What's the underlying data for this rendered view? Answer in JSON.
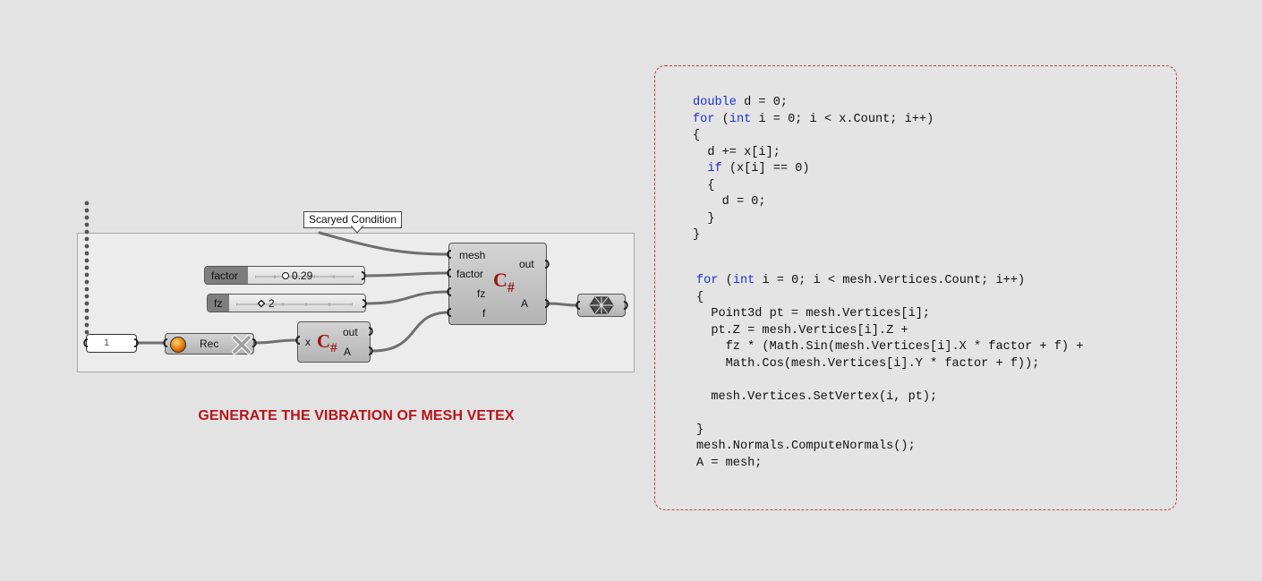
{
  "tooltip": {
    "text": "Scaryed Condition"
  },
  "sliders": [
    {
      "label": "factor",
      "value": "0.29"
    },
    {
      "label": "fz",
      "value": "2"
    }
  ],
  "panel_input": {
    "value": "1"
  },
  "record": {
    "label": "Rec"
  },
  "cs_small": {
    "input": "x",
    "outputs": [
      "out",
      "A"
    ]
  },
  "cs_main": {
    "inputs": [
      "mesh",
      "factor",
      "fz",
      "f"
    ],
    "outputs": [
      "out",
      "A"
    ]
  },
  "caption": "GENERATE THE VIBRATION OF MESH VETEX",
  "code": {
    "block1": [
      [
        {
          "t": "double",
          "k": 1
        },
        {
          "t": " d = 0;"
        }
      ],
      [
        {
          "t": "for",
          "k": 1
        },
        {
          "t": " ("
        },
        {
          "t": "int",
          "k": 1
        },
        {
          "t": " i = 0; i < x.Count; i++)"
        }
      ],
      [
        {
          "t": "{"
        }
      ],
      [
        {
          "t": "  d += x[i];"
        }
      ],
      [
        {
          "t": "  "
        },
        {
          "t": "if",
          "k": 1
        },
        {
          "t": " (x[i] == 0)"
        }
      ],
      [
        {
          "t": "  {"
        }
      ],
      [
        {
          "t": "    d = 0;"
        }
      ],
      [
        {
          "t": "  }"
        }
      ],
      [
        {
          "t": "}"
        }
      ]
    ],
    "block2": [
      [
        {
          "t": "for",
          "k": 1
        },
        {
          "t": " ("
        },
        {
          "t": "int",
          "k": 1
        },
        {
          "t": " i = 0; i < mesh.Vertices.Count; i++)"
        }
      ],
      [
        {
          "t": "{"
        }
      ],
      [
        {
          "t": "  Point3d pt = mesh.Vertices[i];"
        }
      ],
      [
        {
          "t": "  pt.Z = mesh.Vertices[i].Z +"
        }
      ],
      [
        {
          "t": "    fz * (Math.Sin(mesh.Vertices[i].X * factor + f) +"
        }
      ],
      [
        {
          "t": "    Math.Cos(mesh.Vertices[i].Y * factor + f));"
        }
      ],
      [
        {
          "t": ""
        }
      ],
      [
        {
          "t": "  mesh.Vertices.SetVertex(i, pt);"
        }
      ],
      [
        {
          "t": ""
        }
      ],
      [
        {
          "t": "}"
        }
      ],
      [
        {
          "t": "mesh.Normals.ComputeNormals();"
        }
      ],
      [
        {
          "t": "A = mesh;"
        }
      ]
    ]
  },
  "colors": {
    "keyword": "#1f2fd0",
    "caption": "#b5141a",
    "panel_border": "#c23c3c",
    "record_dot": "#e8820c"
  }
}
